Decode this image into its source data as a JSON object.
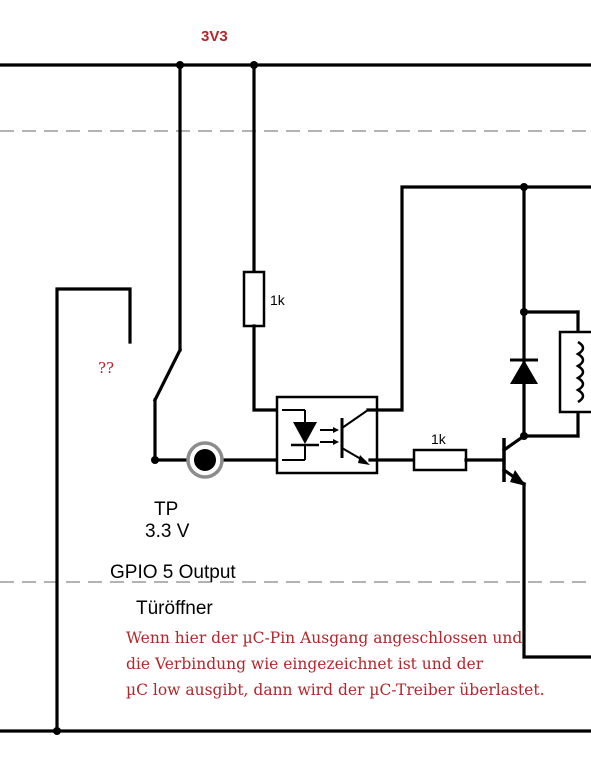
{
  "labels": {
    "supply": "3V3",
    "unknown": "??",
    "r_pullup": "1k",
    "r_base": "1k",
    "tp_name": "TP",
    "tp_voltage": "3.3 V",
    "gpio": "GPIO 5 Output",
    "function": "Türöffner"
  },
  "note": {
    "line1": "Wenn hier der µC-Pin Ausgang angeschlossen und",
    "line2": "die Verbindung wie eingezeichnet ist und der",
    "line3": "µC low ausgibt, dann wird der µC-Treiber überlastet."
  },
  "colors": {
    "wire": "#000000",
    "annotation": "#b3262b",
    "separator": "#9a9a9a",
    "testpoint_ring": "#8c8c8c"
  }
}
